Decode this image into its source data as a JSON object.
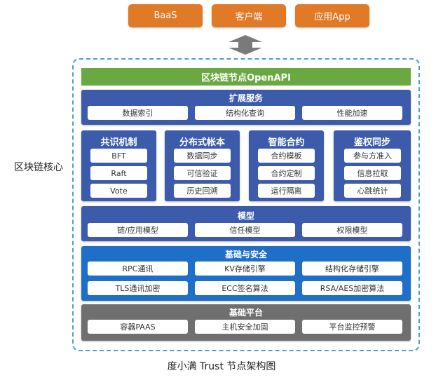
{
  "top_buttons": [
    "BaaS",
    "客户端",
    "应用App"
  ],
  "side_label": "区块链核心",
  "openapi": "区块链节点OpenAPI",
  "extension": {
    "title": "扩展服务",
    "items": [
      "数据索引",
      "结构化查询",
      "性能加速"
    ]
  },
  "columns": [
    {
      "title": "共识机制",
      "items": [
        "BFT",
        "Raft",
        "Vote"
      ]
    },
    {
      "title": "分布式帐本",
      "items": [
        "数据同步",
        "可信验证",
        "历史回溯"
      ]
    },
    {
      "title": "智能合约",
      "items": [
        "合约模板",
        "合约定制",
        "运行隔离"
      ]
    },
    {
      "title": "鉴权同步",
      "items": [
        "参与方准入",
        "信息拉取",
        "心跳统计"
      ]
    }
  ],
  "model": {
    "title": "模型",
    "items": [
      "链/应用模型",
      "信任模型",
      "权限模型"
    ]
  },
  "security": {
    "title": "基础与安全",
    "row1": [
      "RPC通讯",
      "KV存储引擎",
      "结构化存储引擎"
    ],
    "row2": [
      "TLS通讯加密",
      "ECC签名算法",
      "RSA/AES加密算法"
    ]
  },
  "platform": {
    "title": "基础平台",
    "items": [
      "容器PAAS",
      "主机安全加固",
      "平台监控预警"
    ]
  },
  "caption": "度小满 Trust 节点架构图",
  "colors": {
    "orange": "#e07a26",
    "green": "#6aa842",
    "navy": "#3d5bab",
    "blue": "#1f6ec8",
    "gray": "#6f6f6f",
    "dashed_border": "#4aa0d0"
  }
}
